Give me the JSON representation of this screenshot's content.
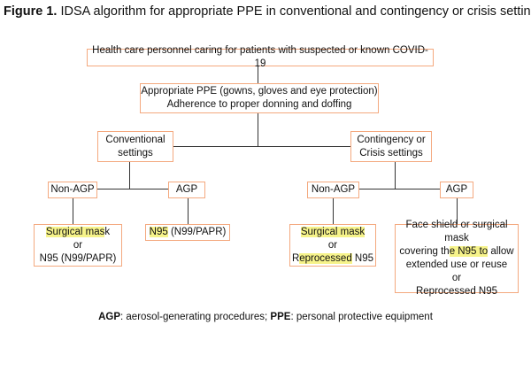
{
  "figure": {
    "label": "Figure 1.",
    "title": "IDSA algorithm for appropriate PPE in conventional and contingency or crisis settings"
  },
  "nodes": {
    "root": "Health care personnel caring for patients with suspected or known COVID-19",
    "ppe_line1": "Appropriate PPE (gowns, gloves and eye protection)",
    "ppe_line2": "Adherence to proper donning and doffing",
    "conventional_line1": "Conventional",
    "conventional_line2": "settings",
    "contingency_line1": "Contingency or",
    "contingency_line2": "Crisis settings",
    "conv_nonagp": "Non-AGP",
    "conv_agp": "AGP",
    "cont_nonagp": "Non-AGP",
    "cont_agp": "AGP",
    "leaf1": {
      "hl": "Surgical mas",
      "rest": "k",
      "line2": "or",
      "line3": "N95 (N99/PAPR)"
    },
    "leaf2": {
      "hl": "N95",
      "rest": " (N99/PAPR)"
    },
    "leaf3": {
      "hl": "Surgical mask",
      "line2": "or",
      "line3_pre": "R",
      "line3_hl": "eprocessed",
      "line3_post": " N95"
    },
    "leaf4": {
      "line1": "Face shield or surgical mask",
      "line2_pre": "covering th",
      "line2_hl": "e N95 to",
      "line2_post": " allow",
      "line3": "extended use or reuse",
      "line4": "or",
      "line5": "Reprocessed N95"
    }
  },
  "footnote": {
    "agp_abbr": "AGP",
    "agp_def": ": aerosol-generating procedures; ",
    "ppe_abbr": "PPE",
    "ppe_def": ": personal protective equipment"
  },
  "colors": {
    "box_border": "#f4a97f",
    "highlight": "#f6f38a",
    "connector": "#333333"
  }
}
